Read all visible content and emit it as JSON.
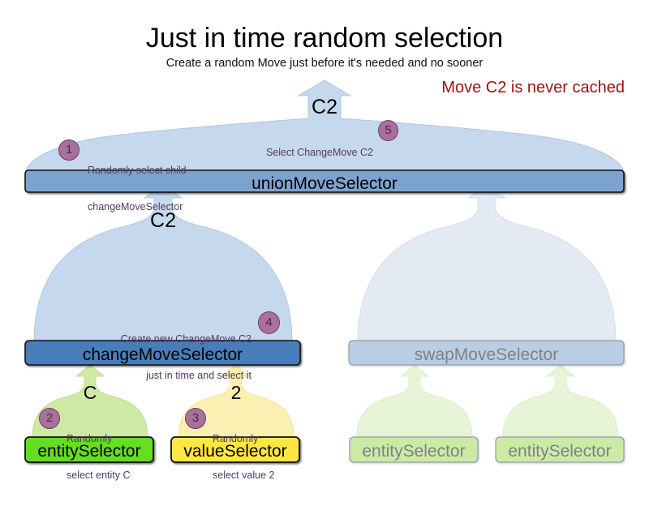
{
  "header": {
    "title": "Just in time random selection",
    "subtitle": "Create a random Move just before it's needed and no sooner",
    "note": "Move C2 is never cached",
    "note_color": "#9e1111"
  },
  "palette": {
    "flow_blue": "#c5d8ee",
    "flow_blue_faded": "#e3eaf4",
    "flow_green": "#cdeaa5",
    "flow_green_faded": "#e7f4d8",
    "flow_yellow": "#fbf0b2",
    "node_blue": "#7ba3d0",
    "node_blue_faded": "#b9cde4",
    "node_green": "#66dd22",
    "node_green_faded": "#cdeaa5",
    "node_yellow": "#ffe642",
    "badge_fill": "#a8709b",
    "badge_stroke": "#6d3f63",
    "annot_text": "#553a63",
    "faded_text": "#7f8186"
  },
  "nodes": {
    "union": {
      "label": "unionMoveSelector"
    },
    "change": {
      "label": "changeMoveSelector"
    },
    "swap": {
      "label": "swapMoveSelector"
    },
    "entity_change": {
      "label": "entitySelector"
    },
    "value_change": {
      "label": "valueSelector"
    },
    "entity_swap_left": {
      "label": "entitySelector"
    },
    "entity_swap_right": {
      "label": "entitySelector"
    }
  },
  "flow_labels": {
    "union_out": "C2",
    "change_out": "C2",
    "entity_out": "C",
    "value_out": "2"
  },
  "steps": [
    {
      "number": "1",
      "lines": [
        "Randomly select child",
        "changeMoveSelector"
      ],
      "align": "left"
    },
    {
      "number": "2",
      "lines": [
        "Randomly",
        "select entity C"
      ],
      "align": "left"
    },
    {
      "number": "3",
      "lines": [
        "Randomly",
        "select value 2"
      ],
      "align": "left"
    },
    {
      "number": "4",
      "lines": [
        "Create new ChangeMove C2",
        "just in time and select it"
      ],
      "align": "right"
    },
    {
      "number": "5",
      "lines": [
        "Select ChangeMove C2"
      ],
      "align": "right"
    }
  ]
}
